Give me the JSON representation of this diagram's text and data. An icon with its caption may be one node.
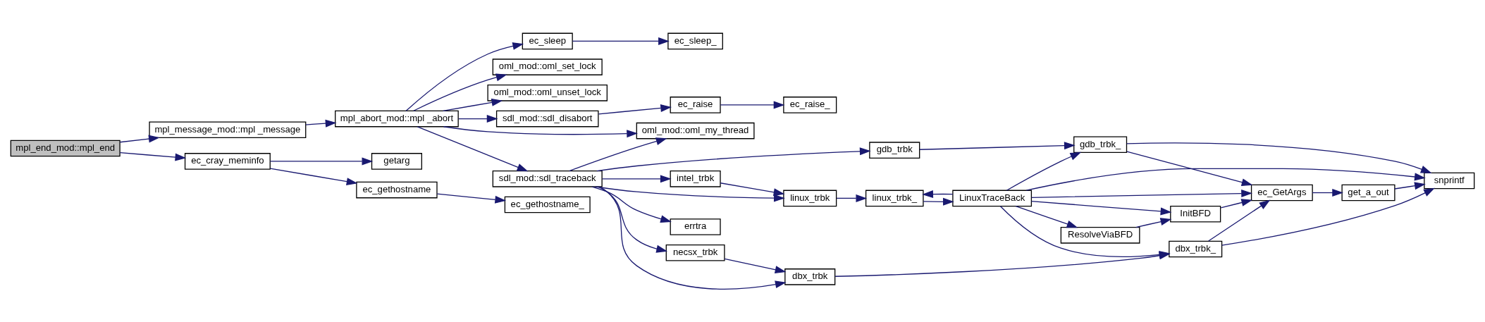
{
  "diagram": {
    "nodes": [
      {
        "text": [
          "mpl_end_mod::mpl_end"
        ]
      },
      {
        "text": [
          "mpl_message_mod::mpl _message"
        ]
      },
      {
        "text": [
          "ec_cray_meminfo"
        ]
      },
      {
        "text": [
          "mpl_abort_mod::mpl _abort"
        ]
      },
      {
        "text": [
          "ec_gethostname"
        ]
      },
      {
        "text": [
          "getarg"
        ]
      },
      {
        "text": [
          "sdl_mod::sdl_disabort"
        ]
      },
      {
        "text": [
          "oml_mod::oml_my_thread"
        ]
      },
      {
        "text": [
          "sdl_mod::sdl_traceback"
        ]
      },
      {
        "text": [
          "ec_sleep"
        ]
      },
      {
        "text": [
          "oml_mod::oml_set_lock"
        ]
      },
      {
        "text": [
          "oml_mod::oml_unset_lock"
        ]
      },
      {
        "text": [
          "ec_gethostname_"
        ]
      },
      {
        "text": [
          "ec_raise"
        ]
      },
      {
        "text": [
          "necsx_trbk"
        ]
      },
      {
        "text": [
          "errtra"
        ]
      },
      {
        "text": [
          "intel_trbk"
        ]
      },
      {
        "text": [
          "gdb_trbk"
        ]
      },
      {
        "text": [
          "ec_sleep_"
        ]
      },
      {
        "text": [
          "ec_raise_"
        ]
      },
      {
        "text": [
          "dbx_trbk"
        ]
      },
      {
        "text": [
          "linux_trbk"
        ]
      },
      {
        "text": [
          "linux_trbk_"
        ]
      },
      {
        "text": [
          "LinuxTraceBack"
        ]
      },
      {
        "text": [
          "dbx_trbk_"
        ]
      },
      {
        "text": [
          "ResolveViaBFD"
        ]
      },
      {
        "text": [
          "InitBFD"
        ]
      },
      {
        "text": [
          "gdb_trbk_"
        ]
      },
      {
        "text": [
          "ec_GetArgs"
        ]
      },
      {
        "text": [
          "get_a_out"
        ]
      },
      {
        "text": [
          "snprintf"
        ]
      }
    ],
    "edges": [
      {
        "from": 0,
        "to": 1,
        "arrow": "to"
      },
      {
        "from": 0,
        "to": 2,
        "arrow": "to"
      },
      {
        "from": 1,
        "to": 3,
        "arrow": "to"
      },
      {
        "from": 2,
        "to": 4,
        "arrow": "to"
      },
      {
        "from": 2,
        "to": 5,
        "arrow": "to"
      },
      {
        "from": 4,
        "to": 12,
        "arrow": "to"
      },
      {
        "from": 3,
        "to": 6,
        "arrow": "to"
      },
      {
        "from": 3,
        "to": 7,
        "arrow": "to"
      },
      {
        "from": 3,
        "to": 8,
        "arrow": "to"
      },
      {
        "from": 3,
        "to": 9,
        "arrow": "to"
      },
      {
        "from": 3,
        "to": 10,
        "arrow": "to"
      },
      {
        "from": 3,
        "to": 11,
        "arrow": "to"
      },
      {
        "from": 6,
        "to": 13,
        "arrow": "to"
      },
      {
        "from": 13,
        "to": 19,
        "arrow": "to"
      },
      {
        "from": 8,
        "to": 7,
        "arrow": "to"
      },
      {
        "from": 8,
        "to": 14,
        "arrow": "to"
      },
      {
        "from": 8,
        "to": 20,
        "arrow": "to"
      },
      {
        "from": 8,
        "to": 15,
        "arrow": "to"
      },
      {
        "from": 8,
        "to": 16,
        "arrow": "to"
      },
      {
        "from": 8,
        "to": 21,
        "arrow": "to"
      },
      {
        "from": 8,
        "to": 17,
        "arrow": "to"
      },
      {
        "from": 9,
        "to": 18,
        "arrow": "to"
      },
      {
        "from": 14,
        "to": 20,
        "arrow": "to"
      },
      {
        "from": 16,
        "to": 21,
        "arrow": "to"
      },
      {
        "from": 20,
        "to": 24,
        "arrow": "to"
      },
      {
        "from": 21,
        "to": 22,
        "arrow": "to"
      },
      {
        "from": 22,
        "to": 23,
        "arrow": "to"
      },
      {
        "from": 23,
        "to": 22,
        "arrow": "to"
      },
      {
        "from": 17,
        "to": 27,
        "arrow": "to"
      },
      {
        "from": 23,
        "to": 24,
        "arrow": "to"
      },
      {
        "from": 23,
        "to": 30,
        "arrow": "to"
      },
      {
        "from": 23,
        "to": 28,
        "arrow": "to"
      },
      {
        "from": 23,
        "to": 25,
        "arrow": "to"
      },
      {
        "from": 23,
        "to": 26,
        "arrow": "to"
      },
      {
        "from": 23,
        "to": 27,
        "arrow": "to"
      },
      {
        "from": 25,
        "to": 26,
        "arrow": "to"
      },
      {
        "from": 24,
        "to": 28,
        "arrow": "to"
      },
      {
        "from": 24,
        "to": 30,
        "arrow": "to"
      },
      {
        "from": 26,
        "to": 28,
        "arrow": "to"
      },
      {
        "from": 27,
        "to": 28,
        "arrow": "to"
      },
      {
        "from": 27,
        "to": 30,
        "arrow": "to"
      },
      {
        "from": 28,
        "to": 29,
        "arrow": "to"
      },
      {
        "from": 29,
        "to": 30,
        "arrow": "to"
      }
    ]
  }
}
